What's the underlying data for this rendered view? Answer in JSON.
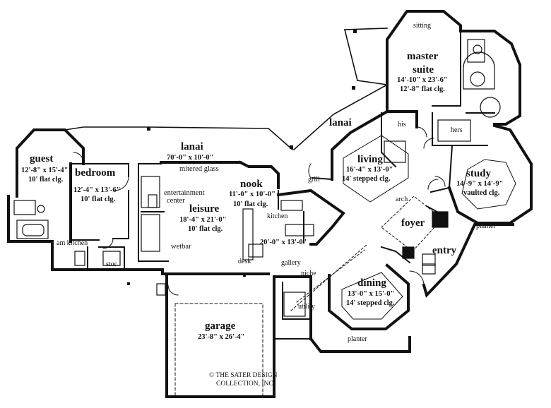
{
  "rooms": {
    "lanai_main": {
      "name": "lanai",
      "dims": "70'-0\" x 10'-0\"",
      "note": "mitered glass"
    },
    "lanai_upper": {
      "name": "lanai"
    },
    "guest": {
      "name": "guest",
      "dims": "12'-8\" x 15'-4\"",
      "ceiling": "10' flat clg."
    },
    "bedroom": {
      "name": "bedroom",
      "dims": "12'-4\" x 13'-6\"",
      "ceiling": "10' flat clg."
    },
    "master_suite": {
      "name1": "master",
      "name2": "suite",
      "dims": "14'-10\" x 23'-6\"",
      "ceiling": "12'-8\" flat clg."
    },
    "sitting": {
      "name": "sitting"
    },
    "his": {
      "name": "his"
    },
    "hers": {
      "name": "hers"
    },
    "living": {
      "name": "living",
      "dims": "16'-4\" x 13'-0\"",
      "ceiling": "14' stepped clg."
    },
    "study": {
      "name": "study",
      "dims": "14'-9\" x 14'-9\"",
      "ceiling": "vaulted clg."
    },
    "nook": {
      "name": "nook",
      "dims": "11'-0\" x 10'-0\"",
      "ceiling": "10' flat clg."
    },
    "leisure": {
      "name": "leisure",
      "dims": "18'-4\" x 21'-0\"",
      "ceiling": "10' flat clg."
    },
    "kitchen": {
      "name": "kitchen",
      "dims": "20'-0\" x 13'-0\""
    },
    "dining": {
      "name": "dining",
      "dims": "13'-0\" x 15'-0\"",
      "ceiling": "14' stepped clg."
    },
    "garage": {
      "name": "garage",
      "dims": "23'-8\" x 26'-4\""
    }
  },
  "labels": {
    "entertainment1": "entertainment",
    "entertainment2": "center",
    "wetbar": "wetbar",
    "grill": "grill",
    "arch": "arch",
    "foyer": "foyer",
    "entry": "entry",
    "planter_right": "planter",
    "planter_bottom": "planter",
    "am_kitchen": "am kitchen",
    "stor": "stor.",
    "desk": "desk",
    "gallery": "gallery",
    "niche": "niche",
    "utility": "utility"
  },
  "copyright": {
    "line1": "© THE SATER DESIGN",
    "line2": "COLLECTION, INC."
  }
}
